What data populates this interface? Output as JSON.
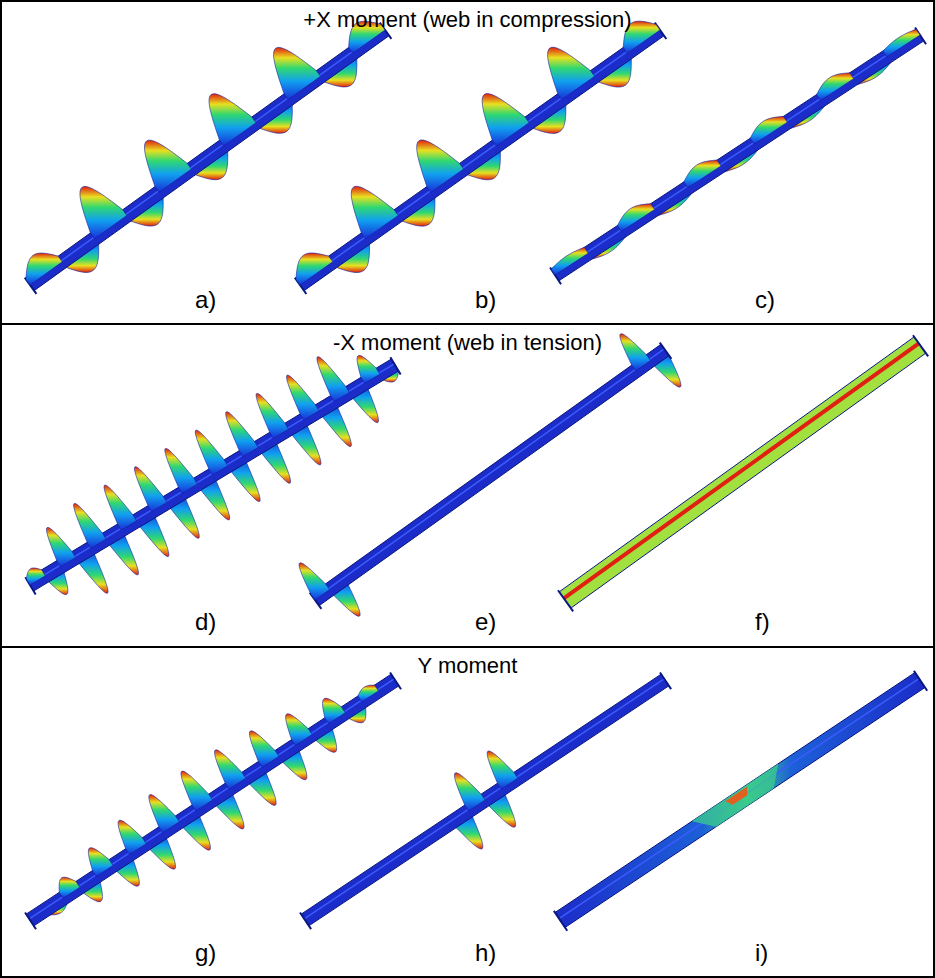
{
  "diagram": {
    "nodes": [
      {
        "text": [
          "+X moment (web in compression)"
        ]
      },
      {
        "text": [
          "-X moment (web in tension)"
        ]
      },
      {
        "text": [
          "Y moment"
        ]
      }
    ],
    "labels": [
      "a)",
      "b)",
      "c)",
      "d)",
      "e)",
      "f)",
      "g)",
      "h)",
      "i)"
    ]
  }
}
